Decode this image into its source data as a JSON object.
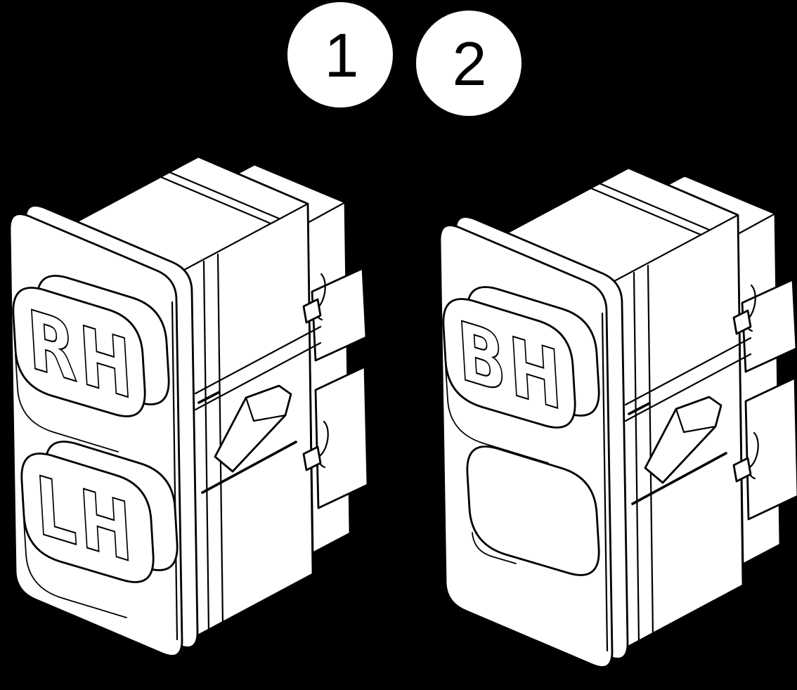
{
  "figure": {
    "type": "isometric-parts-diagram",
    "background_color": "#000000",
    "stroke_color": "#000000",
    "fill_color": "#ffffff",
    "callouts": [
      {
        "number": "1",
        "target": "rocker switch with RH and LH buttons"
      },
      {
        "number": "2",
        "target": "rocker switch with BH button and blank button"
      }
    ],
    "switches": [
      {
        "id": "switch-1",
        "description": "dual rocker switch assembly, item 1",
        "buttons": [
          {
            "label": "RH"
          },
          {
            "label": "LH"
          }
        ]
      },
      {
        "id": "switch-2",
        "description": "dual rocker switch assembly, item 2",
        "buttons": [
          {
            "label": "BH"
          },
          {
            "label": ""
          }
        ]
      }
    ]
  }
}
